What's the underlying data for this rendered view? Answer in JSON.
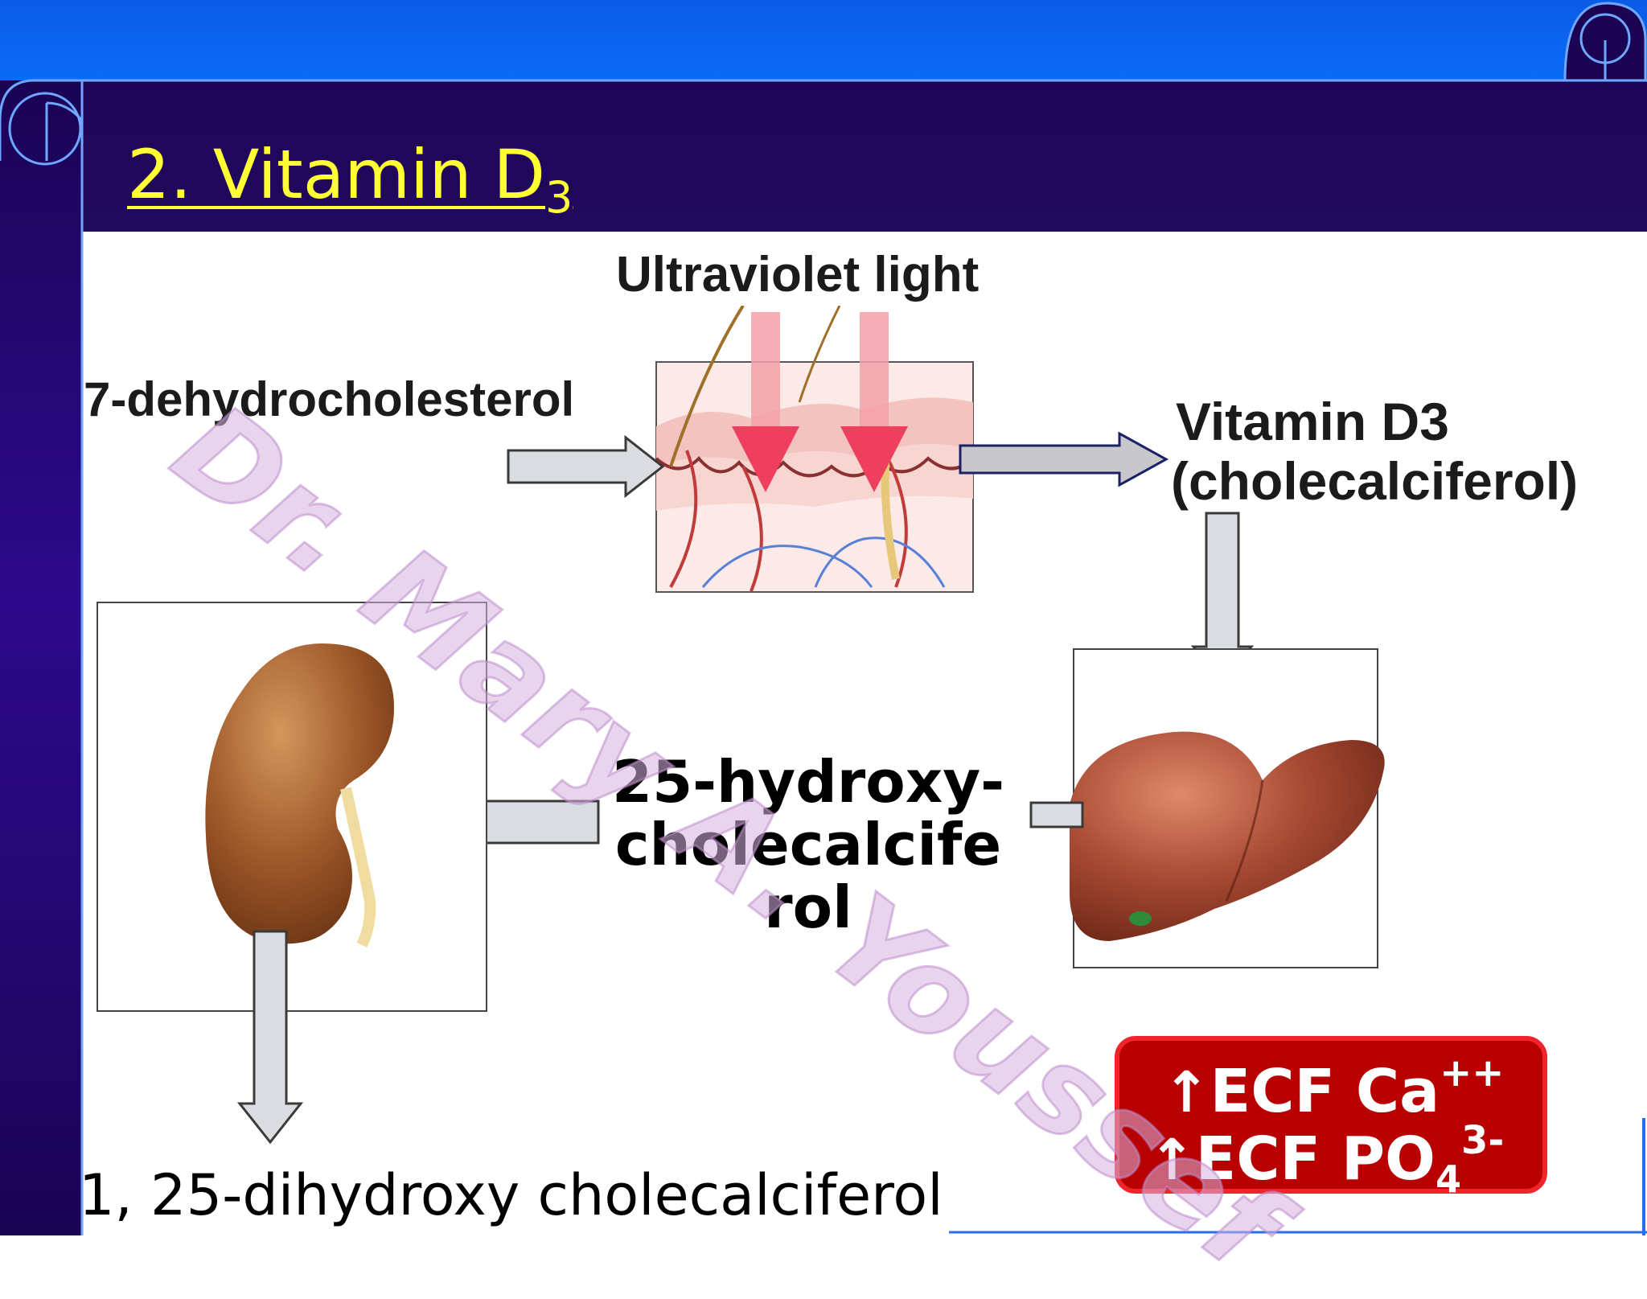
{
  "slide": {
    "title_main": "2. Vitamin D",
    "title_sub": "3"
  },
  "diagram": {
    "uv_label": "Ultraviolet light",
    "precursor_label": "7-dehydrocholesterol",
    "vitd3_label_line1": "Vitamin D3",
    "vitd3_label_line2": "(cholecalciferol)",
    "hydroxy_line1": "25-hydroxy-",
    "hydroxy_line2": "cholecalcife",
    "hydroxy_line3": "rol",
    "final_product": "1, 25-dihydroxy cholecalciferol",
    "ecf_line1_text": "ECF Ca",
    "ecf_line1_sup": "++",
    "ecf_line2_text": "ECF PO",
    "ecf_line2_sub": "4",
    "ecf_line2_sup": "3-",
    "up_arrow": "↑"
  },
  "watermark": {
    "text": "Dr. Mary A. Youssef"
  },
  "colors": {
    "title_yellow": "#ffff33",
    "title_bar": "#1e0558",
    "top_band": "#0a6cf8",
    "ecf_box": "#b80000",
    "ecf_border": "#f0242a",
    "arrow_fill": "#d9dde2"
  },
  "icons": {
    "skin": "skin-cross-section-icon",
    "liver": "liver-icon",
    "kidney": "kidney-icon"
  }
}
